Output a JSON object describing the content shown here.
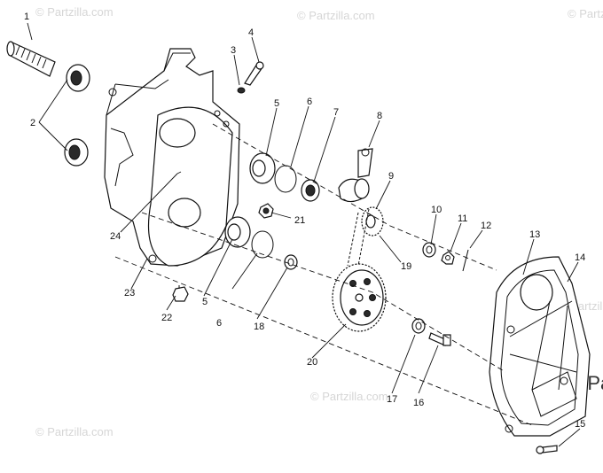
{
  "watermark": {
    "text": "© Partzilla.com",
    "edge_text": "© Pa"
  },
  "callouts": [
    "1",
    "2",
    "3",
    "4",
    "5",
    "6",
    "7",
    "8",
    "9",
    "10",
    "11",
    "12",
    "13",
    "14",
    "15",
    "16",
    "17",
    "18",
    "19",
    "20",
    "21",
    "22",
    "23",
    "24",
    "5",
    "6"
  ],
  "colors": {
    "line": "#111111",
    "background": "#ffffff",
    "watermark": "#d6d6d6"
  }
}
